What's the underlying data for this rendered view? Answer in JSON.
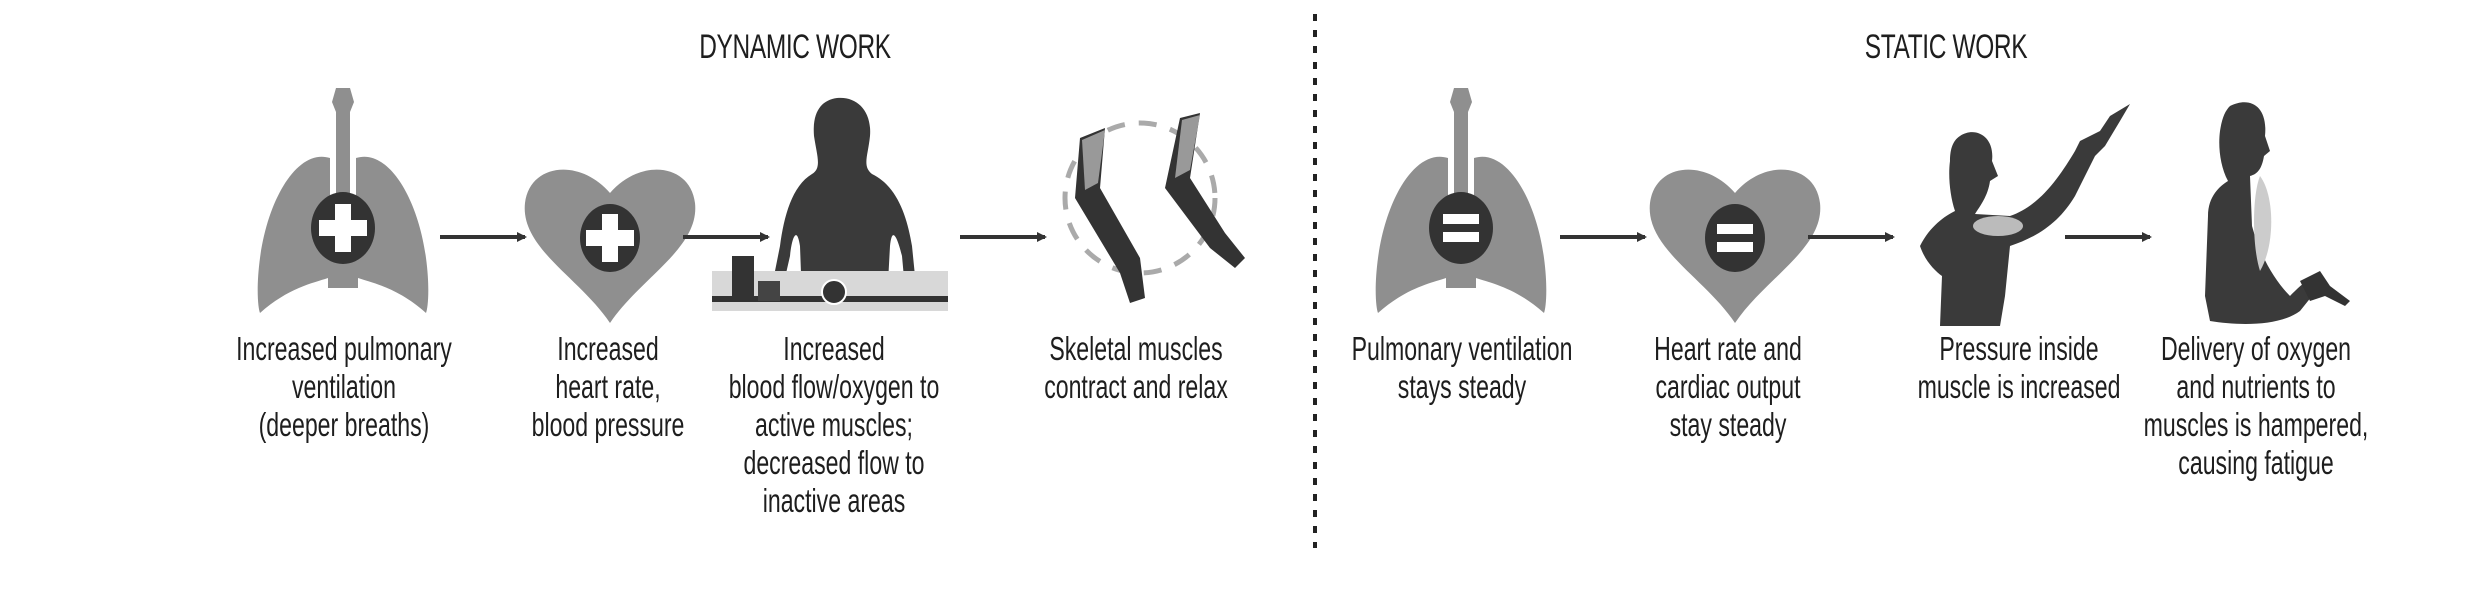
{
  "sections": [
    {
      "title": "DYNAMIC WORK",
      "steps": [
        {
          "icon": "lungs-plus-icon",
          "caption": [
            "Increased pulmonary",
            "ventilation",
            "(deeper breaths)"
          ]
        },
        {
          "icon": "heart-plus-icon",
          "caption": [
            "Increased",
            "heart rate,",
            "blood pressure"
          ]
        },
        {
          "icon": "woman-at-workbench-icon",
          "caption": [
            "Increased",
            "blood flow/oxygen to",
            "active muscles;",
            "decreased flow to",
            "inactive areas"
          ]
        },
        {
          "icon": "arm-flexing-icon",
          "caption": [
            "Skeletal muscles",
            "contract and relax"
          ]
        }
      ]
    },
    {
      "title": "STATIC WORK",
      "steps": [
        {
          "icon": "lungs-equal-icon",
          "caption": [
            "Pulmonary ventilation",
            "stays steady"
          ]
        },
        {
          "icon": "heart-equal-icon",
          "caption": [
            "Heart rate and",
            "cardiac output",
            "stay steady"
          ]
        },
        {
          "icon": "man-holding-drill-overhead-icon",
          "caption": [
            "Pressure inside",
            "muscle is increased"
          ]
        },
        {
          "icon": "man-seated-fatigued-icon",
          "caption": [
            "Delivery of oxygen",
            "and nutrients to",
            "muscles is hampered,",
            "causing fatigue"
          ]
        }
      ]
    }
  ],
  "colors": {
    "organ": "#8f8f8f",
    "figure": "#3a3a3a",
    "text": "#1e1e1e"
  }
}
